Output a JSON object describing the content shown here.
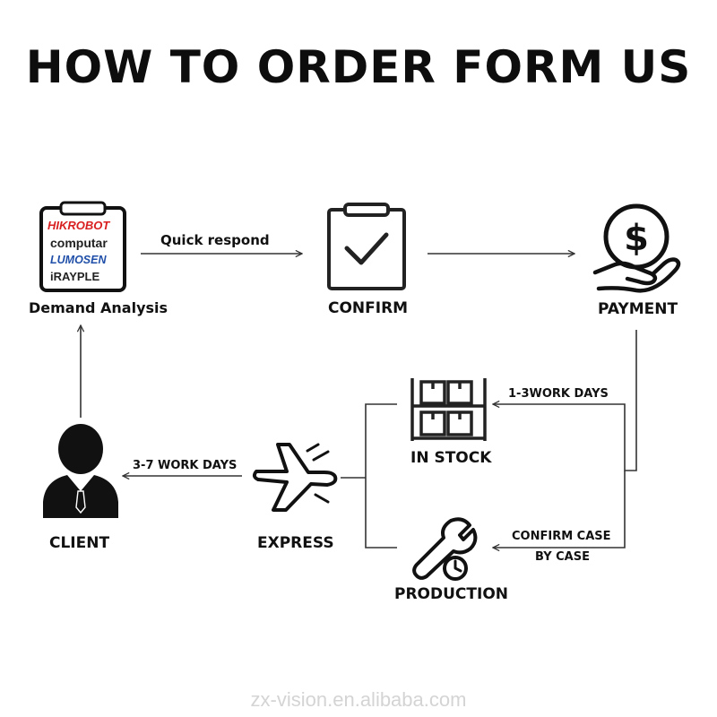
{
  "title": "HOW TO ORDER FORM US",
  "steps": {
    "demand_analysis": "Demand Analysis",
    "confirm": "CONFIRM",
    "payment": "PAYMENT",
    "in_stock": "IN STOCK",
    "production": "PRODUCTION",
    "express": "EXPRESS",
    "client": "CLIENT"
  },
  "arrows": {
    "quick_respond": "Quick respond",
    "work_days_1_3": "1-3WORK DAYS",
    "confirm_case_line1": "CONFIRM CASE",
    "confirm_case_line2": "BY CASE",
    "work_days_3_7": "3-7 WORK DAYS"
  },
  "brands": {
    "hikrobot": "HIKROBOT",
    "computar": "computar",
    "lumosen": "LUMOSEN",
    "irayple": "iRAYPLE"
  },
  "icons": {
    "clipboard": "clipboard-icon",
    "confirm": "check-clipboard-icon",
    "payment": "dollar-hand-icon",
    "in_stock": "shelf-boxes-icon",
    "production": "wrench-clock-icon",
    "express": "airplane-icon",
    "client": "person-icon"
  },
  "watermark": "zx-vision.en.alibaba.com",
  "colors": {
    "lines": "#333333",
    "hikrobot": "#d81e1e",
    "computar_accent": "#e02020",
    "lumosen": "#1f4fa8"
  }
}
